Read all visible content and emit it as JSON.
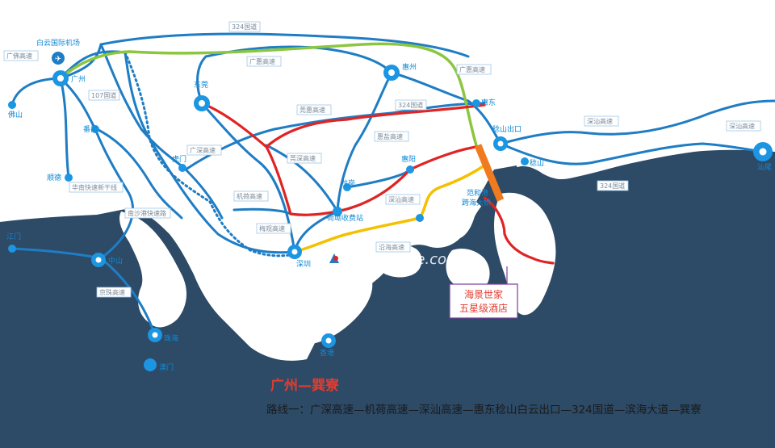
{
  "title": "广州—巽寮",
  "route_text": "路线一：广深高速—机荷高速—深汕高速—惠东稔山白云出口—324国道—滨海大道—巽寮",
  "hotel": {
    "line1": "海景世家",
    "line2": "五星级酒店"
  },
  "watermark": "hz.szhome.com",
  "colors": {
    "sea": "#2d4a66",
    "road": "#1e7dc4",
    "green_route": "#8cc63f",
    "red_route": "#e02424",
    "yellow_route": "#f5c000",
    "bridge": "#f07a1f",
    "hotel_border": "#7d3d9b"
  },
  "cities": {
    "guangzhou": "广州",
    "foshan": "佛山",
    "shunde": "顺德",
    "panyu": "番禺",
    "dongguan": "东莞",
    "humen": "虎门",
    "jiangmen": "江门",
    "zhongshan": "中山",
    "zhuhai": "珠海",
    "macau": "澳门",
    "shenzhen": "深圳",
    "hongkong": "香港",
    "huizhou": "惠州",
    "huidong": "惠东",
    "wenshan_exit": "稔山出口",
    "wenshan": "稔山",
    "shanwei": "汕尾",
    "longgang": "龙岗",
    "huiyang": "惠阳",
    "baiyun_airport": "白云国际机场",
    "henglang_toll": "荷坳收费站",
    "bridge": "范和港跨海大桥"
  },
  "roads": {
    "guangfo": "广佛高速",
    "g324_top": "324国道",
    "guanghui": "广惠高速",
    "guanghui2": "广惠高速",
    "g107": "107国道",
    "guanhui": "莞惠高速",
    "g324_mid": "324国道",
    "guangshen": "广深高速",
    "guanshen": "莞深高速",
    "huiyan": "惠盐高速",
    "huanan": "华南快速新干线",
    "jihe": "机荷高速",
    "nansha": "南沙港快速路",
    "shenshan_right": "深汕高速",
    "shenshan_far": "深汕高速",
    "g324_right": "324国道",
    "shenshan_mid": "深汕高速",
    "meiguan": "梅观高速",
    "yanhai": "沿海高速",
    "jingzhu": "京珠高速"
  }
}
